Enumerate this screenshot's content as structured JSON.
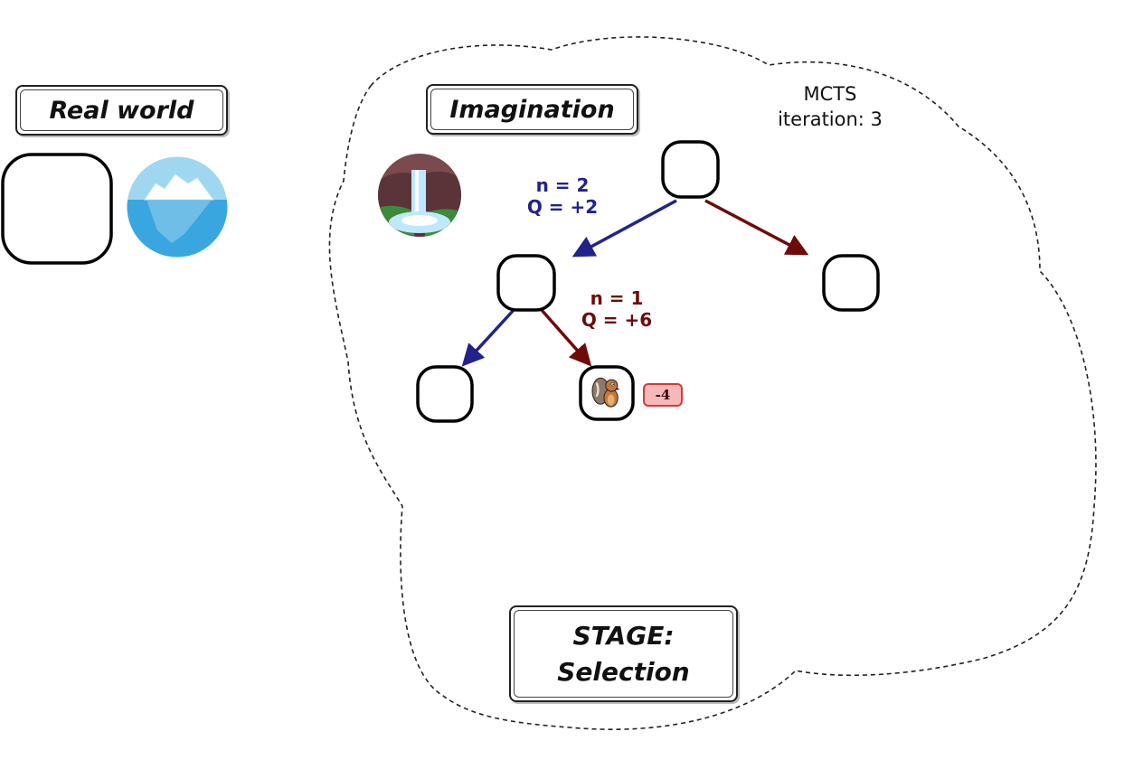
{
  "labels": {
    "real_world": "Real world",
    "imagination": "Imagination",
    "stage_line1": "STAGE:",
    "stage_line2": "Selection"
  },
  "mcts": {
    "line1": "MCTS",
    "line2": "iteration: 3"
  },
  "edges": {
    "left_edge": {
      "n": "n = 2",
      "q": "Q = +2"
    },
    "lower_right_edge": {
      "n": "n = 1",
      "q": "Q = +6"
    }
  },
  "leaf_reward": "-4",
  "colors": {
    "blue_edge": "#21238a",
    "red_edge": "#6e0a0a",
    "reward_fill": "#f6b9b9",
    "reward_border": "#d23a3a"
  },
  "icons": {
    "squirrel": "squirrel-icon",
    "iceberg": "iceberg-icon",
    "waterfall": "waterfall-icon"
  }
}
